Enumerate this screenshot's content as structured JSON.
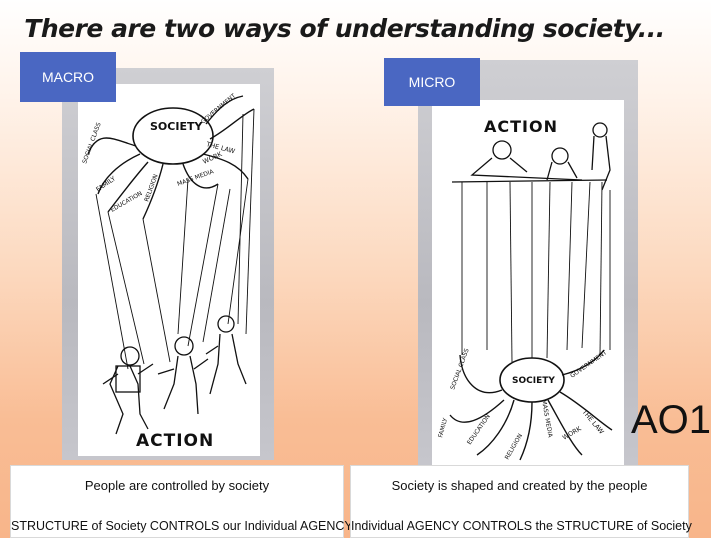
{
  "slide": {
    "title": "There are two ways of understanding society...",
    "ao_label": "AO1"
  },
  "macro": {
    "label": "MACRO",
    "illustration": {
      "heading": "SOCIETY",
      "tentacle_labels": [
        "SOCIAL CLASS",
        "FAMILY",
        "EDUCATION",
        "RELIGION",
        "MASS MEDIA",
        "WORK",
        "THE LAW",
        "GOVERNMENT"
      ],
      "footer": "ACTION"
    },
    "caption_line1": "People are controlled by society",
    "caption_line2": "STRUCTURE of Society CONTROLS our Individual AGENCY"
  },
  "micro": {
    "label": "MICRO",
    "illustration": {
      "heading": "ACTION",
      "footer": "SOCIETY",
      "tentacle_labels": [
        "SOCIAL CLASS",
        "FAMILY",
        "EDUCATION",
        "RELIGION",
        "MASS MEDIA",
        "WORK",
        "THE LAW",
        "GOVERNMENT"
      ]
    },
    "caption_line1": "Society is shaped and created by the people",
    "caption_line2": "Individual AGENCY CONTROLS the STRUCTURE of Society"
  },
  "colors": {
    "label_box": "#4a67c2",
    "background_top": "#ffffff",
    "background_bottom": "#f8b58a"
  }
}
